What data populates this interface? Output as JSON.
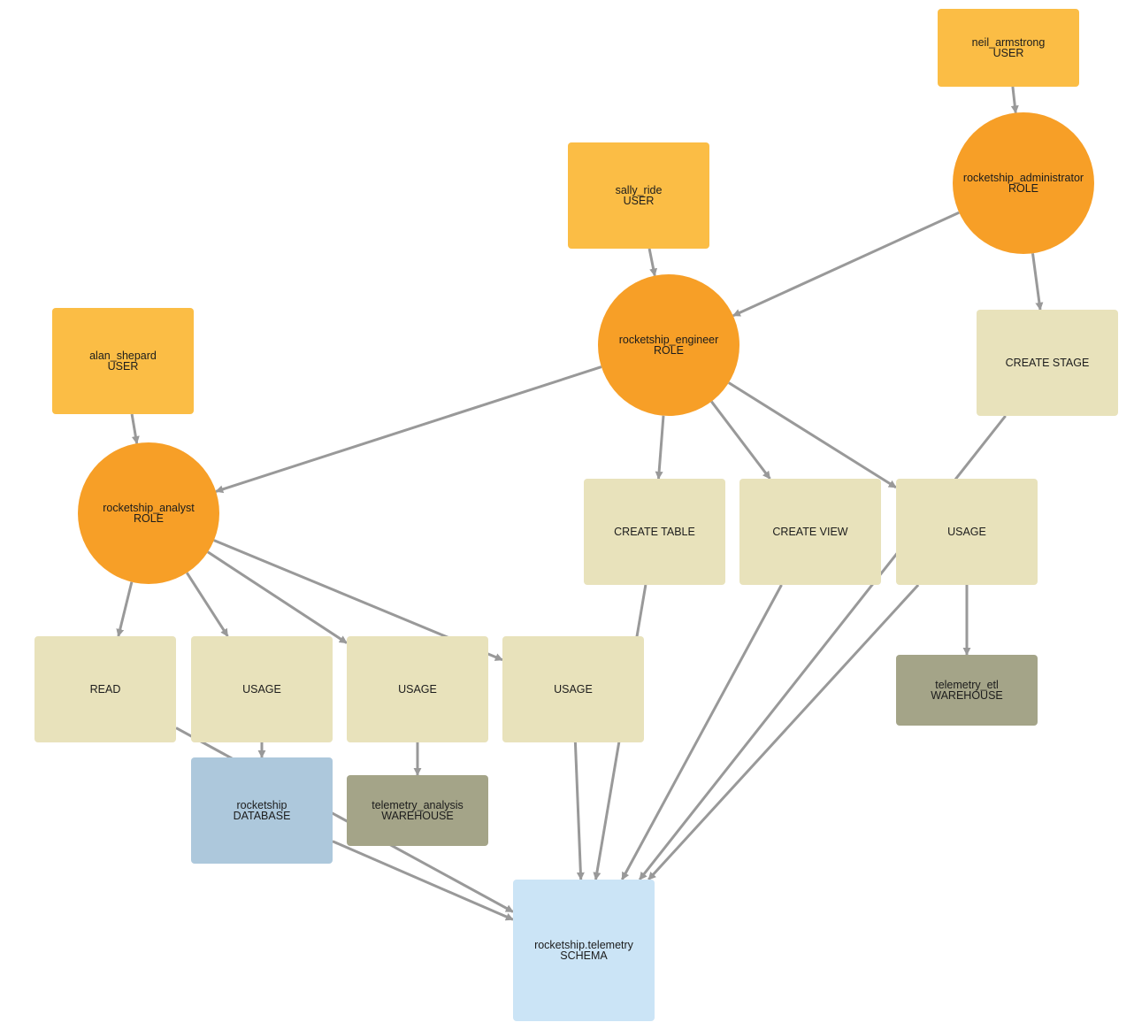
{
  "colors": {
    "user": "#fbbd45",
    "role": "#f79f27",
    "privilege": "#e8e2bb",
    "warehouse": "#a4a488",
    "database": "#adc8dc",
    "schema": "#cbe4f6",
    "edge": "#999999"
  },
  "nodes": {
    "neil_armstrong": {
      "name": "neil_armstrong",
      "type": "USER"
    },
    "sally_ride": {
      "name": "sally_ride",
      "type": "USER"
    },
    "alan_shepard": {
      "name": "alan_shepard",
      "type": "USER"
    },
    "rocketship_administrator": {
      "name": "rocketship_administrator",
      "type": "ROLE"
    },
    "rocketship_engineer": {
      "name": "rocketship_engineer",
      "type": "ROLE"
    },
    "rocketship_analyst": {
      "name": "rocketship_analyst",
      "type": "ROLE"
    },
    "create_stage": {
      "name": "CREATE STAGE"
    },
    "create_table": {
      "name": "CREATE TABLE"
    },
    "create_view": {
      "name": "CREATE VIEW"
    },
    "usage_etl": {
      "name": "USAGE"
    },
    "read": {
      "name": "READ"
    },
    "usage_db": {
      "name": "USAGE"
    },
    "usage_wh": {
      "name": "USAGE"
    },
    "usage_schema": {
      "name": "USAGE"
    },
    "rocketship_db": {
      "name": "rocketship",
      "type": "DATABASE"
    },
    "telemetry_analysis": {
      "name": "telemetry_analysis",
      "type": "WAREHOUSE"
    },
    "telemetry_etl": {
      "name": "telemetry_etl",
      "type": "WAREHOUSE"
    },
    "telemetry_schema": {
      "name": "rocketship.telemetry",
      "type": "SCHEMA"
    }
  },
  "edges": [
    [
      "neil_armstrong",
      "rocketship_administrator"
    ],
    [
      "rocketship_administrator",
      "rocketship_engineer"
    ],
    [
      "rocketship_administrator",
      "create_stage"
    ],
    [
      "sally_ride",
      "rocketship_engineer"
    ],
    [
      "alan_shepard",
      "rocketship_analyst"
    ],
    [
      "rocketship_engineer",
      "rocketship_analyst"
    ],
    [
      "rocketship_engineer",
      "create_table"
    ],
    [
      "rocketship_engineer",
      "create_view"
    ],
    [
      "rocketship_engineer",
      "usage_etl"
    ],
    [
      "rocketship_analyst",
      "read"
    ],
    [
      "rocketship_analyst",
      "usage_db"
    ],
    [
      "rocketship_analyst",
      "usage_wh"
    ],
    [
      "rocketship_analyst",
      "usage_schema"
    ],
    [
      "usage_db",
      "rocketship_db"
    ],
    [
      "usage_wh",
      "telemetry_analysis"
    ],
    [
      "usage_etl",
      "telemetry_etl"
    ],
    [
      "read",
      "telemetry_schema"
    ],
    [
      "rocketship_db",
      "telemetry_schema"
    ],
    [
      "usage_schema",
      "telemetry_schema"
    ],
    [
      "create_table",
      "telemetry_schema"
    ],
    [
      "create_view",
      "telemetry_schema"
    ],
    [
      "usage_etl",
      "telemetry_schema"
    ],
    [
      "create_stage",
      "telemetry_schema"
    ]
  ]
}
